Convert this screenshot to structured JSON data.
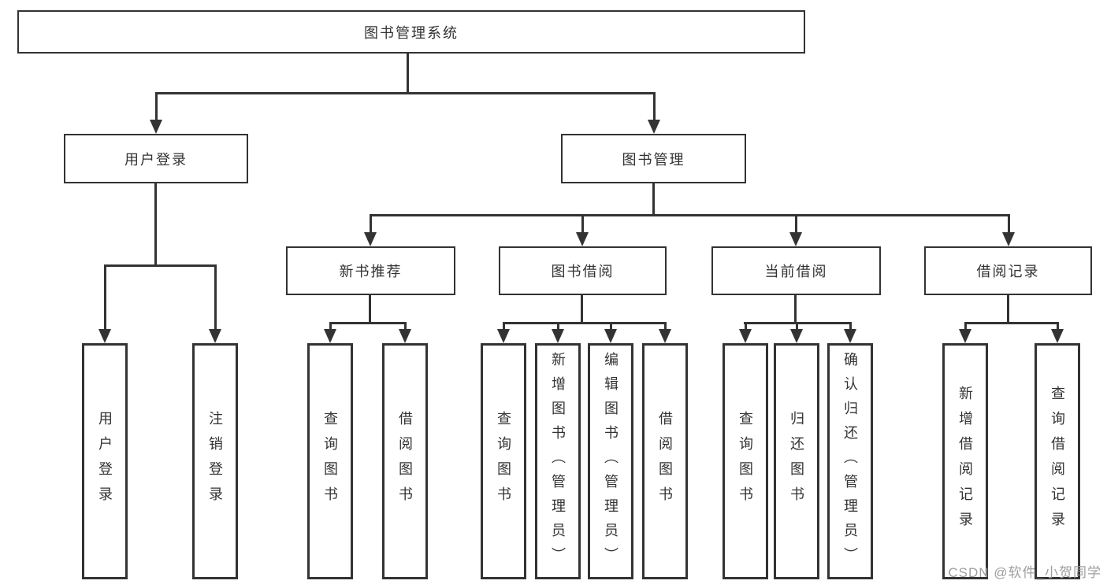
{
  "root": {
    "label": "图书管理系统"
  },
  "level2": [
    {
      "label": "用户登录"
    },
    {
      "label": "图书管理"
    }
  ],
  "level3": [
    {
      "label": "新书推荐"
    },
    {
      "label": "图书借阅"
    },
    {
      "label": "当前借阅"
    },
    {
      "label": "借阅记录"
    }
  ],
  "leaves": {
    "login": [
      {
        "label": "用户登录"
      },
      {
        "label": "注销登录"
      }
    ],
    "recommend": [
      {
        "label": "查询图书"
      },
      {
        "label": "借阅图书"
      }
    ],
    "borrow": [
      {
        "label": "查询图书"
      },
      {
        "label": "新增图书（管理员）"
      },
      {
        "label": "编辑图书（管理员）"
      },
      {
        "label": "借阅图书"
      }
    ],
    "current": [
      {
        "label": "查询图书"
      },
      {
        "label": "归还图书"
      },
      {
        "label": "确认归还（管理员）"
      }
    ],
    "records": [
      {
        "label": "新增借阅记录"
      },
      {
        "label": "查询借阅记录"
      }
    ]
  },
  "watermark": {
    "text": "CSDN @软件_小贺同学"
  },
  "colors": {
    "line": "#333333",
    "text": "#333333",
    "box_background": "#ffffff",
    "page_background": "#ffffff",
    "watermark": "#9e9e9e"
  }
}
